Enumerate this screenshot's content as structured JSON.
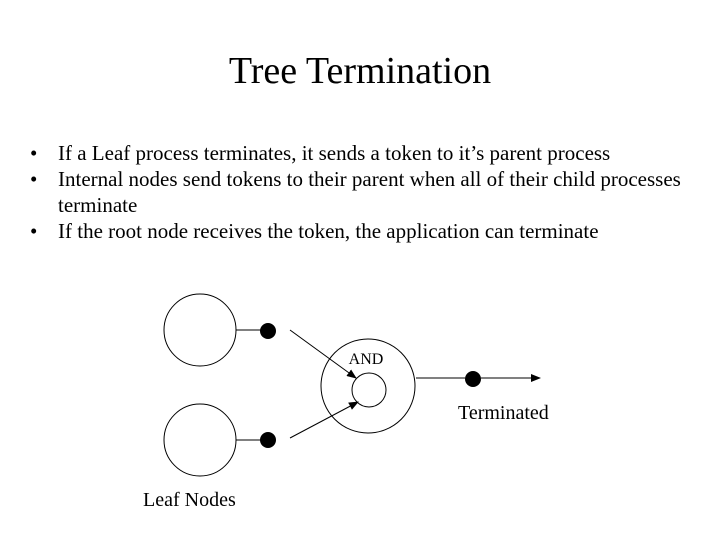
{
  "slide": {
    "title": "Tree Termination",
    "bullets": [
      "If a Leaf process terminates, it sends a token to it’s parent process",
      "Internal nodes send tokens to their parent when all of their child processes terminate",
      "If the root node receives the token, the application can terminate"
    ],
    "bullet_symbol": "•"
  },
  "diagram": {
    "nodes": {
      "leaf_top": "leaf",
      "leaf_bottom": "leaf",
      "and_node": "AND"
    },
    "labels": {
      "and": "AND",
      "terminated": "Terminated",
      "leaf_nodes": "Leaf Nodes"
    },
    "tokens": [
      "leaf-top-token",
      "leaf-bottom-token",
      "output-token"
    ]
  }
}
